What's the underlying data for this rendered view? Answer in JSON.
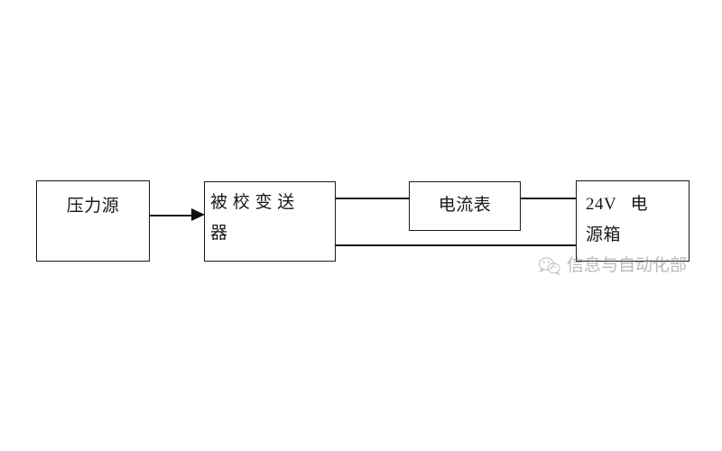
{
  "diagram": {
    "type": "block-diagram",
    "background_color": "#ffffff",
    "line_color": "#1a1a1a",
    "text_color": "#181818",
    "nodes": [
      {
        "id": "pressure-source",
        "label": "压力源",
        "shape": "rectangle"
      },
      {
        "id": "transmitter",
        "label_line1": "被 校 变 送",
        "label_line2": "器",
        "shape": "rectangle"
      },
      {
        "id": "ammeter",
        "label": "电流表",
        "shape": "rectangle"
      },
      {
        "id": "power-supply",
        "label_line1": "24V   电",
        "label_line2": "源箱",
        "shape": "rectangle"
      }
    ],
    "connections": [
      {
        "id": "source-to-transmitter",
        "from": "pressure-source",
        "to": "transmitter",
        "style": "arrow"
      },
      {
        "id": "transmitter-to-ammeter",
        "from": "transmitter",
        "to": "ammeter",
        "style": "line"
      },
      {
        "id": "ammeter-to-power",
        "from": "ammeter",
        "to": "power-supply",
        "style": "line"
      },
      {
        "id": "transmitter-to-power-return",
        "from": "transmitter",
        "to": "power-supply",
        "style": "line"
      }
    ]
  },
  "watermark": {
    "text": "信息与自动化部",
    "logo_name": "wechat-logo",
    "color": "#7a7a7a"
  }
}
